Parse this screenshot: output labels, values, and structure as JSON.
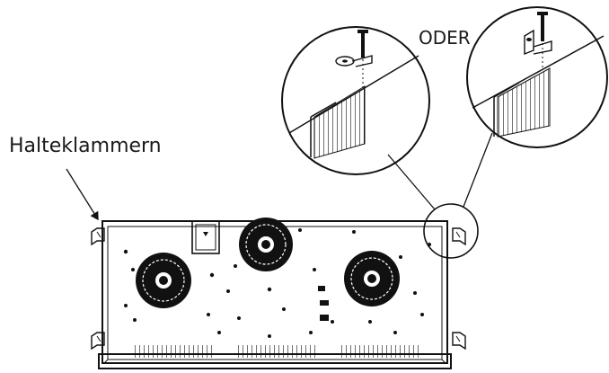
{
  "labels": {
    "clips": "Halteklammern",
    "or": "ODER"
  },
  "colors": {
    "ink": "#111111",
    "paper": "#ffffff"
  },
  "hob": {
    "burner_count": 3,
    "vent_groups": 3
  }
}
